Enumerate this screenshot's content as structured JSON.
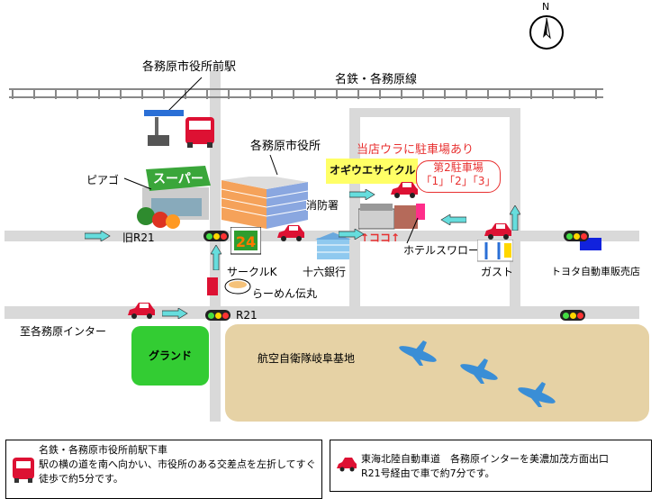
{
  "compass": {
    "north_label": "N"
  },
  "railway": {
    "line_label": "名鉄・各務原線",
    "station_label": "各務原市役所前駅"
  },
  "landmarks": {
    "city_hall": "各務原市役所",
    "supermarket_sign": "スーパー",
    "piago": "ピアゴ",
    "fire_station": "消防署",
    "bank": "十六銀行",
    "circle_k": "サークルK",
    "ramen": "らーめん伝丸",
    "hotel": "ホテルスワロー",
    "gust": "ガスト",
    "toyota": "トヨタ自動車販売店",
    "ground": "グランド",
    "air_base": "航空自衛隊岐阜基地"
  },
  "store": {
    "name": "オギウエサイクル",
    "parking_note": "当店ウラに駐車場あり",
    "second_parking_title": "第2駐車場",
    "second_parking_lots": "「1」「2」「3」",
    "here_marker": "↑ココ↑"
  },
  "roads": {
    "old_r21": "旧R21",
    "r21": "R21",
    "to_interchange": "至各務原インター"
  },
  "legend": {
    "train": {
      "title": "名鉄・各務原市役所前駅下車",
      "line1": "駅の横の道を南へ向かい、市役所のある交差点を左折してすぐ",
      "line2": "徒歩で約5分です。"
    },
    "car": {
      "line1": "東海北陸自動車道　各務原インターを美濃加茂方面出口",
      "line2": "R21号経由で車で約7分です。"
    }
  },
  "colors": {
    "road": "#d9d9d9",
    "arrow": "#66dddd",
    "parking_text": "#e83030",
    "store_highlight": "#ffff66",
    "ground": "#33cc33",
    "air_base": "#e6d2a5",
    "car": "#dd1133"
  },
  "icons": [
    "compass-icon",
    "train-icon",
    "car-icon",
    "traffic-signal-icon",
    "airplane-icon",
    "direction-arrow-icon",
    "supermarket-icon",
    "city-hall-icon",
    "bank-icon",
    "convenience-store-icon",
    "restaurant-icon",
    "hotel-icon"
  ]
}
